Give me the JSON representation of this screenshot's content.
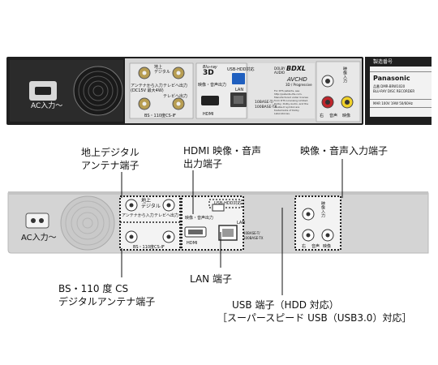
{
  "photo": {
    "ac_label": "AC入力〜",
    "terrestrial_top": "地上",
    "terrestrial_bottom": "デジタル",
    "antenna_in": "アンテナから入力",
    "antenna_in_sub": "(DC15V 最大4W)",
    "to_tv": "テレビへ出力",
    "to_tv2": "テレビへ出力",
    "bs_label": "BS・110度CS-IF",
    "bluray_top": "Blu-ray",
    "bluray_3d": "3D",
    "hdmi_av_out": "映像・音声出力",
    "usb_hdd": "USB-HDD対応",
    "hdmi_label": "HDMI",
    "lan_label": "LAN",
    "lan_spec1": "10BASE-T/",
    "lan_spec2": "100BASE-TX",
    "dolby": "DOLBY",
    "dolby_audio": "AUDIO",
    "bdxl": "BDXL",
    "avchd": "AVCHD",
    "avchd_sub": "3D / Progressive",
    "dts_note": "For DTS patents, see http://patents.dts.com. Manufactured under license from DTS Licensing Limited. Dolby, Dolby Audio, and the double-D symbol are trademarks of Dolby Laboratories.",
    "av_in_label": "映像入力",
    "right_label": "右",
    "audio_label": "音声",
    "video_label": "映像",
    "brand": "Panasonic",
    "model_title": "製造番号",
    "model_line1": "品番 DMR-BRW1020",
    "model_line2": "BLU-RAY DISC RECORDER",
    "spec_line": "MAR 100V 19W 50/60Hz"
  },
  "diagram": {
    "ac_label": "AC入力〜",
    "terrestrial_top": "地上",
    "terrestrial_bottom": "デジタル",
    "antenna_in": "アンテナから入力",
    "to_tv": "テレビへ出力",
    "bs_label": "BS・110度CS-IF",
    "hdmi_av_out": "映像・音声出力",
    "usb_hdd": "USB-HDD対応",
    "hdmi_label": "HDMI",
    "lan_label": "LAN",
    "lan_spec1": "10BASE-T/",
    "lan_spec2": "100BASE-TX",
    "av_in_label": "映像入力",
    "right_label": "右",
    "audio_label": "音声",
    "video_label": "映像"
  },
  "callouts": {
    "terrestrial_line1": "地上デジタル",
    "terrestrial_line2": "アンテナ端子",
    "hdmi_line1": "HDMI 映像・音声",
    "hdmi_line2": "出力端子",
    "av_in": "映像・音声入力端子",
    "bs_line1": "BS・110 度 CS",
    "bs_line2": "デジタルアンテナ端子",
    "lan": "LAN 端子",
    "usb_line1": "USB 端子（HDD 対応）",
    "usb_line2": "［スーパースピード USB（USB3.0）対応］"
  }
}
